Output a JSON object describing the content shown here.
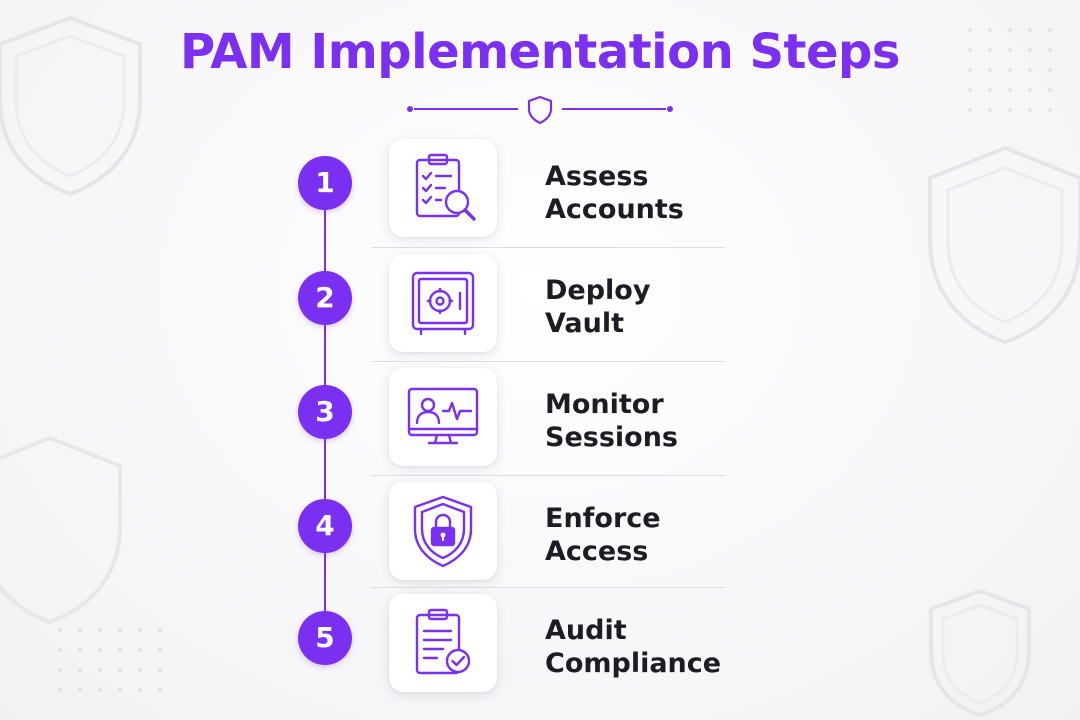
{
  "title": "PAM Implementation Steps",
  "colors": {
    "accent": "#7b2ff0",
    "text": "#1c1c22",
    "background": "#f7f7f8",
    "card": "#ffffff"
  },
  "steps": [
    {
      "number": "1",
      "line1": "Assess",
      "line2": "Accounts",
      "icon": "clipboard-search-icon"
    },
    {
      "number": "2",
      "line1": "Deploy",
      "line2": "Vault",
      "icon": "safe-vault-icon"
    },
    {
      "number": "3",
      "line1": "Monitor",
      "line2": "Sessions",
      "icon": "monitor-user-activity-icon"
    },
    {
      "number": "4",
      "line1": "Enforce",
      "line2": "Access",
      "icon": "shield-lock-icon"
    },
    {
      "number": "5",
      "line1": "Audit",
      "line2": "Compliance",
      "icon": "clipboard-check-icon"
    }
  ]
}
